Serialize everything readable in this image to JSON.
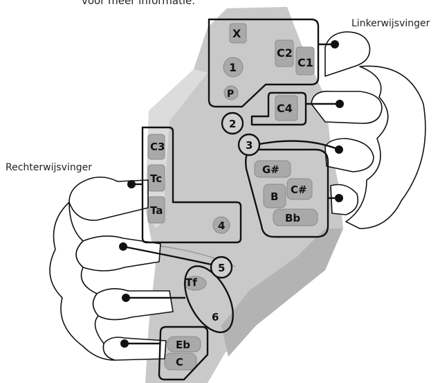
{
  "caption_cut": "voor meer informatie.",
  "labels": {
    "left_index": "Linkerwijsvinger",
    "right_index": "Rechterwijsvinger"
  },
  "keys": {
    "x": "X",
    "c2": "C2",
    "c1": "C1",
    "k1": "1",
    "p": "P",
    "c4": "C4",
    "k2": "2",
    "k3": "3",
    "gs": "G#",
    "b": "B",
    "cs": "C#",
    "bb": "Bb",
    "c3": "C3",
    "tc": "Tc",
    "ta": "Ta",
    "k4": "4",
    "k5": "5",
    "tf": "Tf",
    "k6": "6",
    "eb": "Eb",
    "c": "C"
  },
  "colors": {
    "body": "#c9c9c9",
    "body_shade": "#b3b3b3",
    "body_light": "#dcdcdc",
    "key": "#a9a9a9",
    "outline": "#111111",
    "hand": "#ffffff"
  }
}
